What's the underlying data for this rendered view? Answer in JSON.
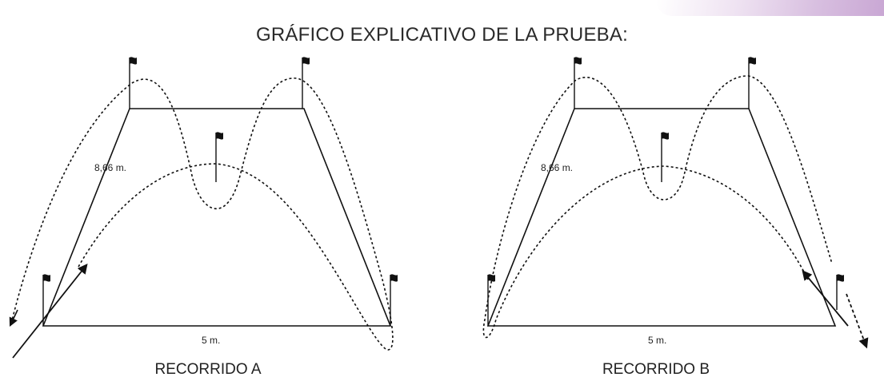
{
  "title": "GRÁFICO EXPLICATIVO DE LA PRUEBA:",
  "course_a": {
    "caption": "RECORRIDO A",
    "side_label": "8,66 m.",
    "base_label": "5 m."
  },
  "course_b": {
    "caption": "RECORRIDO B",
    "side_label": "8,66 m.",
    "base_label": "5 m."
  },
  "colors": {
    "ink": "#111111",
    "accent": "#c9a7d4"
  }
}
